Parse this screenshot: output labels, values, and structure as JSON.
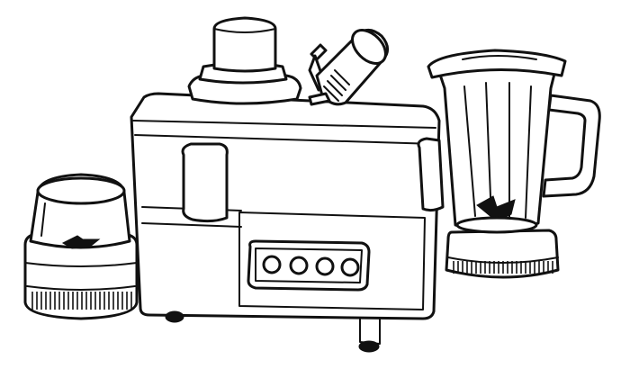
{
  "illustration": {
    "subject": "",
    "colors": {
      "ink": "#111111",
      "paper": "#ffffff"
    },
    "parts": [
      {
        "name": "grinder-jar"
      },
      {
        "name": "juicer-main-unit"
      },
      {
        "name": "feed-chute-cap"
      },
      {
        "name": "pusher"
      },
      {
        "name": "blender-jar"
      }
    ],
    "control_panel": {
      "knob_count": 4
    }
  }
}
